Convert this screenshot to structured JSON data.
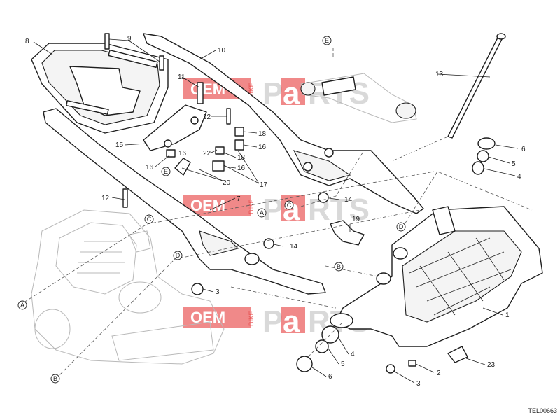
{
  "diagram": {
    "drawing_code": "TEL00663",
    "watermark": {
      "oem": "OEM",
      "bike": "BIKE",
      "parts_p": "P",
      "parts_a": "a",
      "parts_rest": "RTS"
    },
    "part_numbers": [
      "1",
      "2",
      "3",
      "4",
      "5",
      "6",
      "7",
      "8",
      "9",
      "10",
      "11",
      "12",
      "13",
      "14",
      "15",
      "16",
      "17",
      "18",
      "19",
      "20",
      "22",
      "23"
    ],
    "labels": [
      {
        "text": "8"
      },
      {
        "text": "9"
      },
      {
        "text": "10"
      },
      {
        "text": "11"
      },
      {
        "text": "12"
      },
      {
        "text": "18"
      },
      {
        "text": "16"
      },
      {
        "text": "15"
      },
      {
        "text": "22"
      },
      {
        "text": "18"
      },
      {
        "text": "16"
      },
      {
        "text": "16"
      },
      {
        "text": "16"
      },
      {
        "text": "20"
      },
      {
        "text": "17"
      },
      {
        "text": "12"
      },
      {
        "text": "7"
      },
      {
        "text": "13"
      },
      {
        "text": "6"
      },
      {
        "text": "5"
      },
      {
        "text": "4"
      },
      {
        "text": "14"
      },
      {
        "text": "19"
      },
      {
        "text": "14"
      },
      {
        "text": "3"
      },
      {
        "text": "1"
      },
      {
        "text": "4"
      },
      {
        "text": "5"
      },
      {
        "text": "6"
      },
      {
        "text": "2"
      },
      {
        "text": "3"
      },
      {
        "text": "23"
      }
    ],
    "reference_markers": [
      {
        "letter": "E"
      },
      {
        "letter": "E"
      },
      {
        "letter": "A"
      },
      {
        "letter": "C"
      },
      {
        "letter": "D"
      },
      {
        "letter": "B"
      },
      {
        "letter": "C"
      },
      {
        "letter": "D"
      },
      {
        "letter": "A"
      },
      {
        "letter": "B"
      }
    ]
  }
}
